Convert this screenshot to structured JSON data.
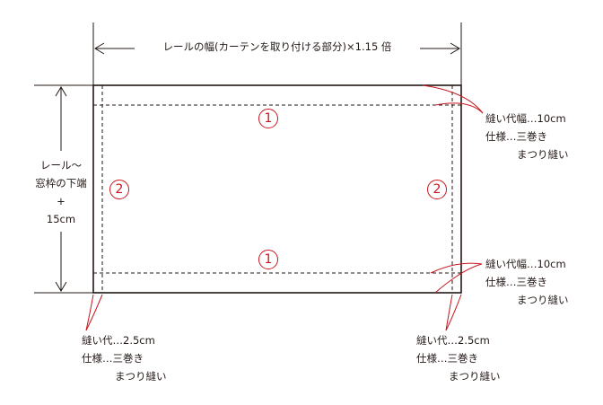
{
  "width_label": "レールの幅(カーテンを取り付ける部分)×1.15 倍",
  "height_label": {
    "line1": "レール～",
    "line2": "窓枠の下端",
    "line3": "+",
    "line4": "15cm"
  },
  "panel_markers": {
    "hem": "1",
    "side": "2"
  },
  "top_note": {
    "line1": "縫い代幅…10cm",
    "line2": "仕様…三巻き",
    "line3": "まつり縫い"
  },
  "bottom_right_note": {
    "line1": "縫い代幅…10cm",
    "line2": "仕様…三巻き",
    "line3": "まつり縫い"
  },
  "bottom_left_note": {
    "line1": "縫い代…2.5cm",
    "line2": "仕様…三巻き",
    "line3": "まつり縫い"
  },
  "bottom_mid_note": {
    "line1": "縫い代…2.5cm",
    "line2": "仕様…三巻き",
    "line3": "まつり縫い"
  },
  "colors": {
    "line": "#231815",
    "accent": "#c8161d"
  }
}
